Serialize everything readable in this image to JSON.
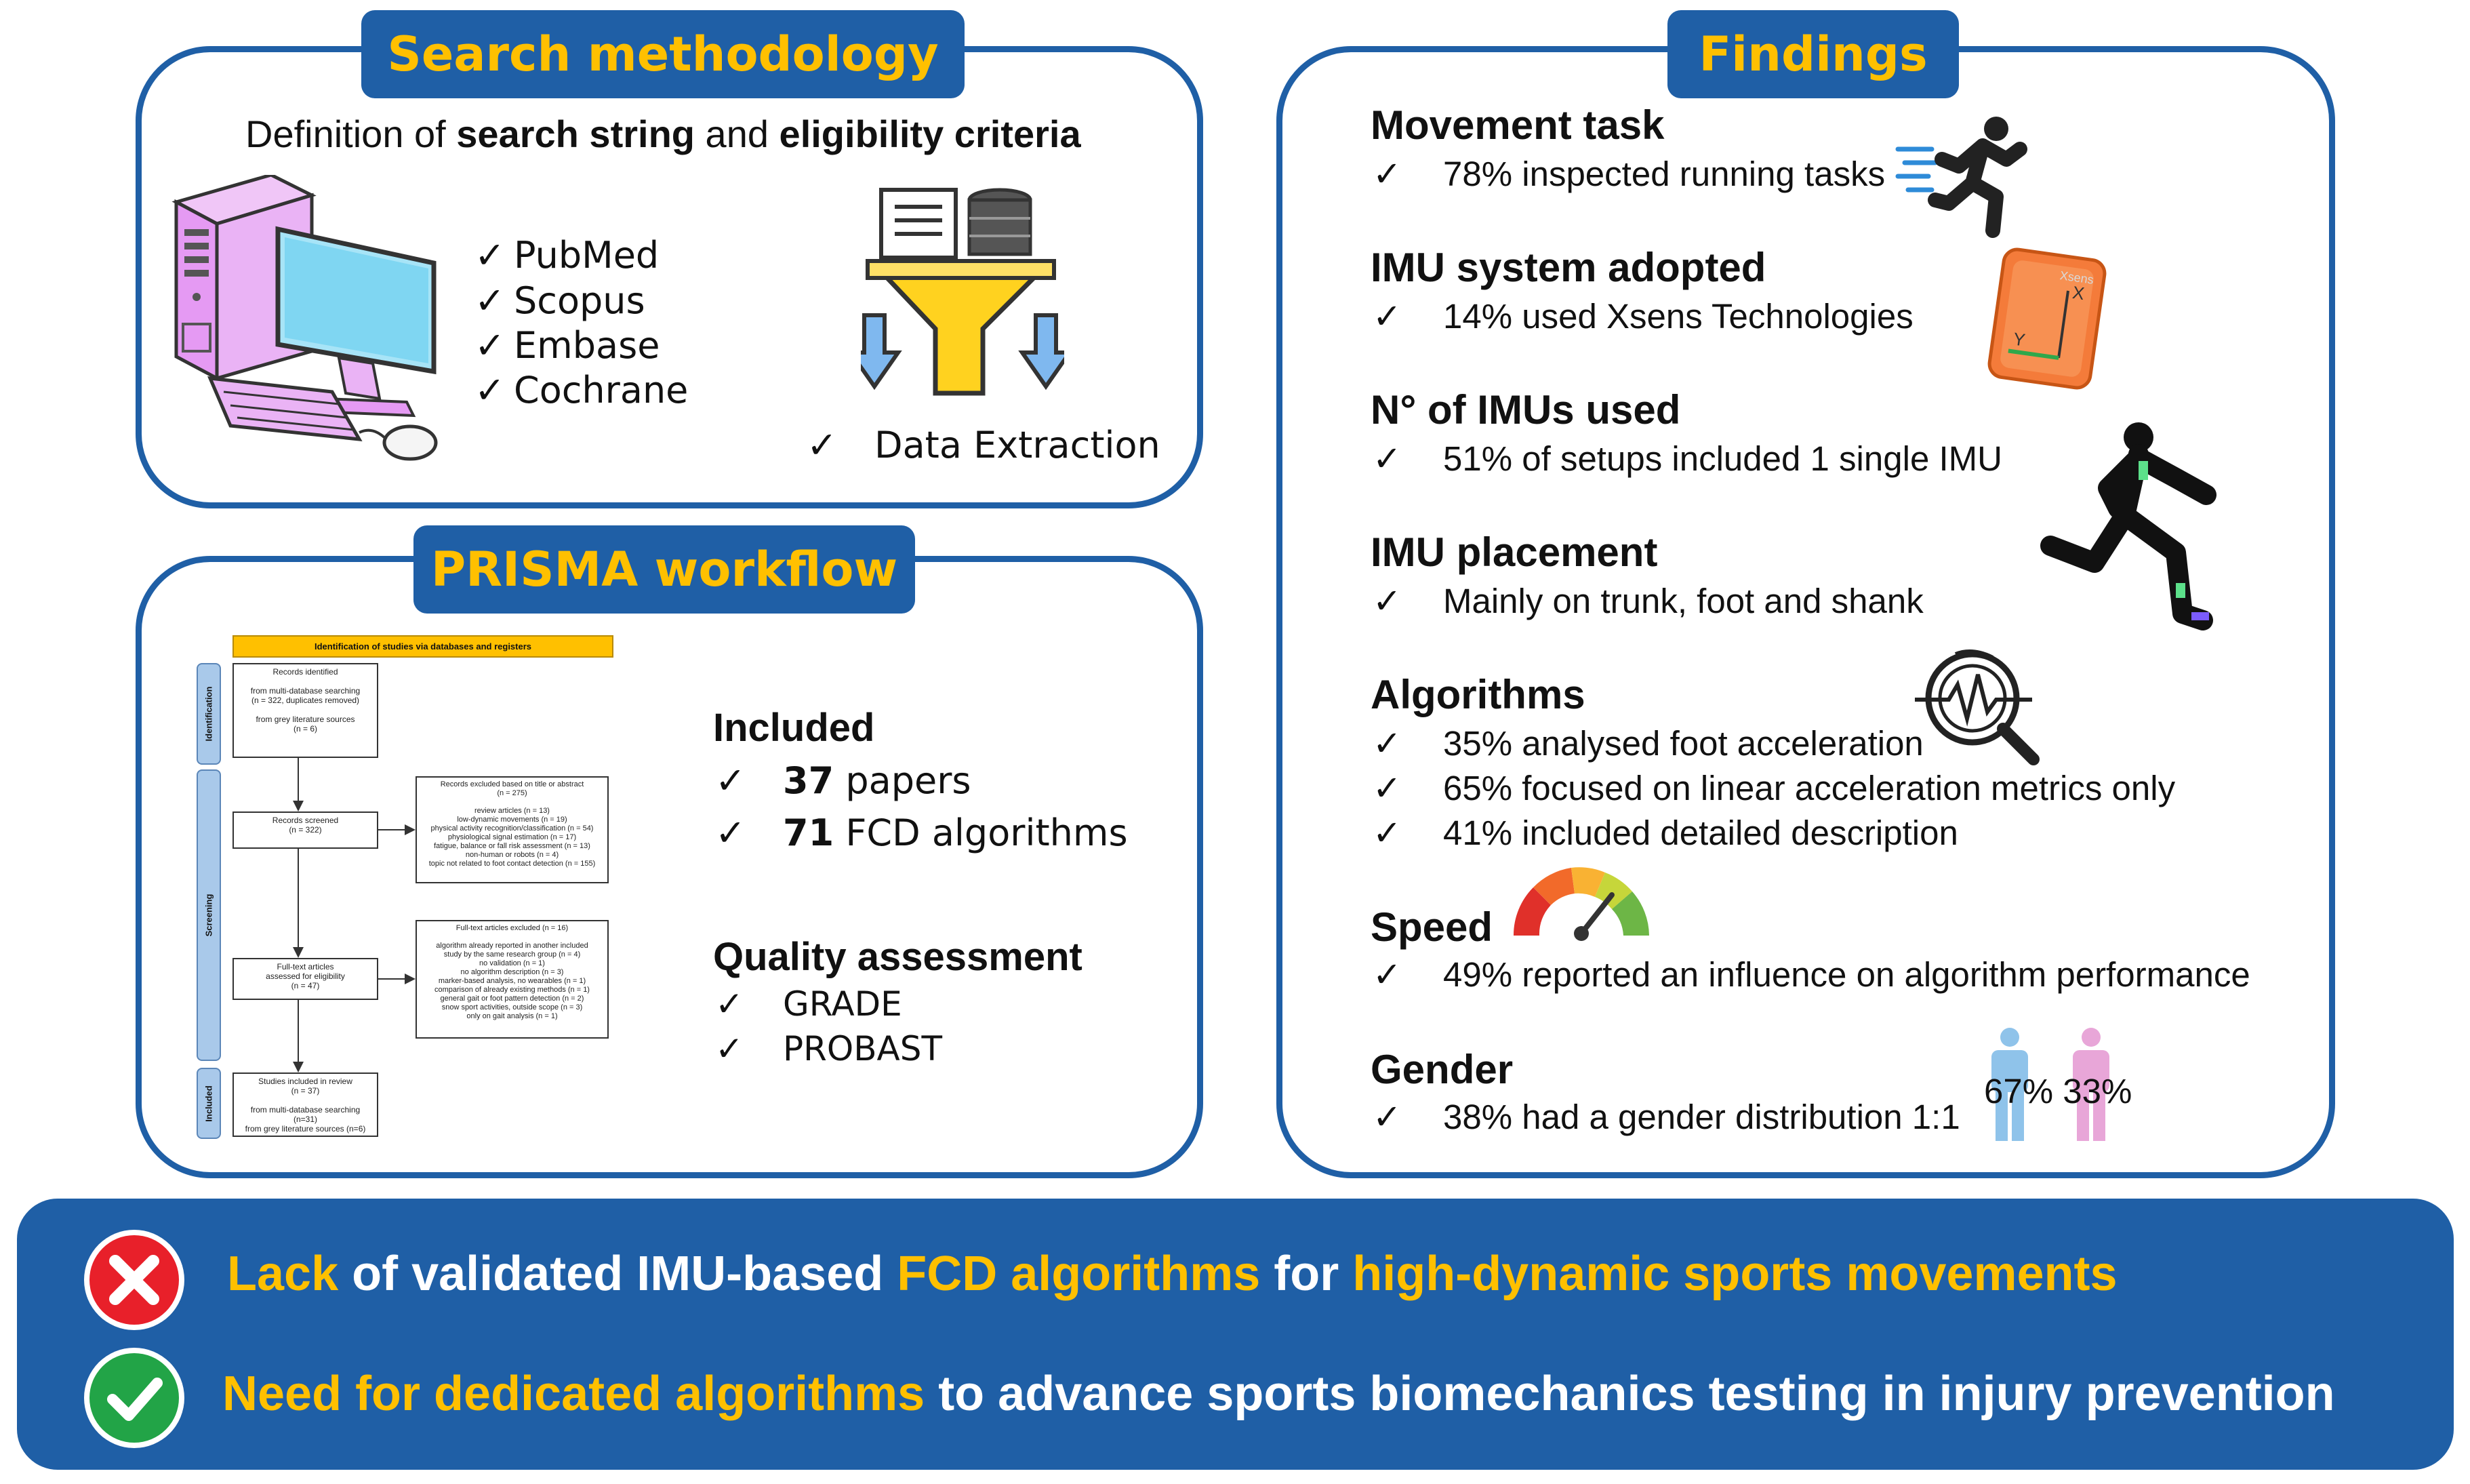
{
  "search": {
    "title": "Search methodology",
    "definition_pre": "Definition of ",
    "definition_b1": "search string",
    "definition_mid": " and ",
    "definition_b2": "eligibility criteria",
    "databases": [
      "PubMed",
      "Scopus",
      "Embase",
      "Cochrane"
    ],
    "data_extraction": "Data Extraction",
    "check": "✓"
  },
  "prisma": {
    "title": "PRISMA workflow",
    "banner": "Identification of studies via databases and registers",
    "side_labels": [
      "Identification",
      "Screening",
      "Included"
    ],
    "identified": "Records identified\n\nfrom multi-database searching\n(n = 322, duplicates removed)\n\nfrom grey literature sources\n(n = 6)",
    "screened": "Records screened\n(n = 322)",
    "excluded_title": "Records excluded based on title or abstract\n(n = 275)\n\nreview articles (n = 13)\nlow-dynamic movements (n = 19)\nphysical activity recognition/classification (n = 54)\nphysiological signal estimation (n = 17)\nfatigue, balance or fall risk assessment (n = 13)\nnon-human or robots (n = 4)\ntopic not related to foot contact detection (n = 155)",
    "fulltext": "Full-text articles\nassessed for eligibility\n(n = 47)",
    "fulltext_excluded": "Full-text articles excluded (n = 16)\n\nalgorithm already reported in another included\nstudy by the same research group (n = 4)\nno validation (n = 1)\nno algorithm description (n = 3)\nmarker-based analysis, no wearables (n = 1)\ncomparison of already existing methods (n = 1)\ngeneral gait or foot pattern detection (n = 2)\nsnow sport activities, outside scope (n = 3)\nonly on gait analysis (n = 1)",
    "included_box": "Studies included in review\n(n = 37)\n\nfrom multi-database searching (n=31)\nfrom grey literature sources (n=6)",
    "included_title": "Included",
    "included_items": [
      {
        "num": "37",
        "text": " papers"
      },
      {
        "num": "71",
        "text": " FCD algorithms"
      }
    ],
    "quality_title": "Quality assessment",
    "quality_items": [
      "GRADE",
      "PROBAST"
    ]
  },
  "findings": {
    "title": "Findings",
    "sections": [
      {
        "head": "Movement task",
        "items": [
          "78% inspected running tasks"
        ]
      },
      {
        "head": "IMU system adopted",
        "items": [
          "14% used Xsens Technologies"
        ]
      },
      {
        "head": "N° of IMUs used",
        "items": [
          "51% of setups included 1 single IMU"
        ]
      },
      {
        "head": "IMU placement",
        "items": [
          "Mainly on trunk, foot and shank"
        ]
      },
      {
        "head": "Algorithms",
        "items": [
          "35% analysed foot acceleration",
          "65% focused on linear acceleration metrics only",
          "41% included detailed description"
        ]
      },
      {
        "head": "Speed",
        "items": [
          "49% reported an influence on algorithm performance"
        ]
      },
      {
        "head": "Gender",
        "items": [
          "38% had a gender distribution 1:1"
        ]
      }
    ],
    "gender_pct": "67% 33%",
    "sensor_x": "X",
    "sensor_y": "Y",
    "sensor_brand": "Xsens"
  },
  "bottom": {
    "line1": [
      {
        "t": "Lack",
        "y": true
      },
      {
        "t": " of validated IMU-based ",
        "y": false
      },
      {
        "t": "FCD algorithms",
        "y": true
      },
      {
        "t": " for ",
        "y": false
      },
      {
        "t": "high-dynamic sports movements",
        "y": true
      }
    ],
    "line2": [
      {
        "t": "Need for dedicated algorithms",
        "y": true
      },
      {
        "t": " to advance sports biomechanics testing in injury prevention",
        "y": false
      }
    ]
  },
  "colors": {
    "accent": "#1f5fa6",
    "highlight": "#ffc000",
    "cross": "#e8202a",
    "ok": "#22a447"
  }
}
